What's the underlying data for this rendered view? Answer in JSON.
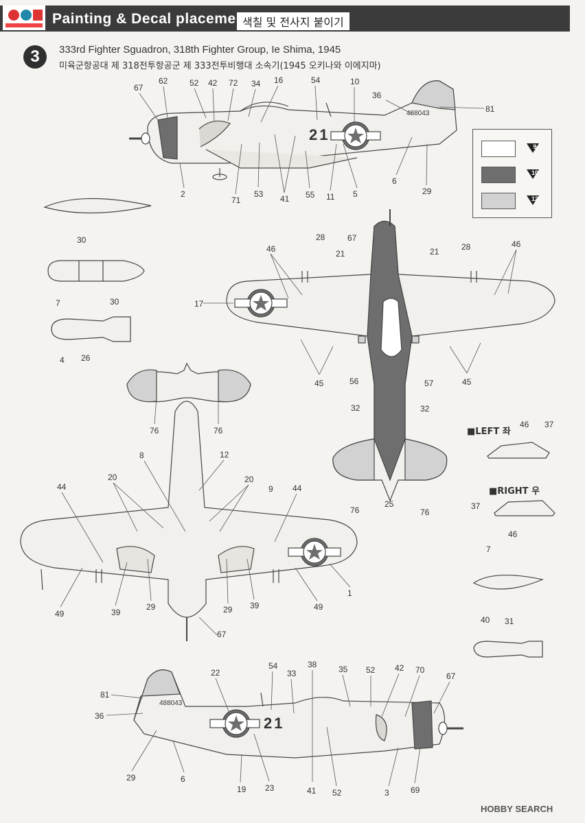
{
  "header": {
    "title": "Painting & Decal placement",
    "title_ko": "색칠 및 전사지 붙이기"
  },
  "step": {
    "number": "3",
    "title_en": "333rd Fighter Sguadron, 318th Fighter Group, Ie Shima, 1945",
    "title_ko": "미육군항공대 제 318전투항공군 제 333전투비행대 소속기(1945 오키나와 이에지마)"
  },
  "legend": [
    {
      "number": "9",
      "color": "#ffffff"
    },
    {
      "number": "10",
      "color": "#6e6e6e"
    },
    {
      "number": "12",
      "color": "#d2d2d2"
    }
  ],
  "aircraft": {
    "serial": "488043",
    "code": "21"
  },
  "side_views": {
    "left_label": "■LEFT 좌",
    "right_label": "■RIGHT 우"
  },
  "callouts": {
    "top_profile": [
      "67",
      "62",
      "52",
      "42",
      "72",
      "34",
      "16",
      "54",
      "10",
      "36",
      "81",
      "2",
      "71",
      "53",
      "41",
      "55",
      "11",
      "5",
      "6",
      "29"
    ],
    "stores": [
      "30",
      "7",
      "30",
      "4",
      "26"
    ],
    "top_view": [
      "67",
      "28",
      "21",
      "28",
      "21",
      "46",
      "46",
      "17",
      "56",
      "57",
      "45",
      "45",
      "32",
      "32",
      "76",
      "25",
      "76"
    ],
    "tail_view": [
      "76",
      "76"
    ],
    "bottom_view": [
      "8",
      "12",
      "20",
      "20",
      "9",
      "44",
      "44",
      "49",
      "39",
      "29",
      "29",
      "39",
      "49",
      "1",
      "67"
    ],
    "left_detail": [
      "46",
      "37"
    ],
    "right_detail": [
      "37",
      "46"
    ],
    "store_detail": [
      "7",
      "40",
      "31"
    ],
    "bottom_profile": [
      "22",
      "54",
      "33",
      "38",
      "35",
      "52",
      "42",
      "70",
      "67",
      "81",
      "36",
      "29",
      "6",
      "19",
      "23",
      "41",
      "52",
      "3",
      "69"
    ]
  },
  "watermark": "HOBBY SEARCH",
  "colors": {
    "dark": "#6e6e6e",
    "light": "#d2d2d2",
    "line": "#444444"
  }
}
